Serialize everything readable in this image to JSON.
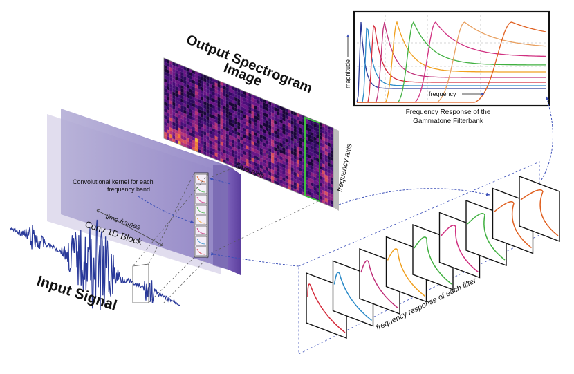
{
  "output_spectrogram": {
    "title_line1": "Output Spectrogram",
    "title_line2": "Image",
    "time_axis": "time axis",
    "frequency_axis": "frequency axis"
  },
  "conv_block": {
    "label": "Conv 1D Block",
    "time_frames": "time frames",
    "kernel_line1": "Convolutional kernel for each",
    "kernel_line2": "frequency band"
  },
  "input_signal": {
    "label": "Input Signal"
  },
  "gammatone_chart": {
    "xlabel": "frequency",
    "ylabel": "magnitude",
    "caption_line1": "Frequency Response of the",
    "caption_line2": "Gammatone Filterbank"
  },
  "filters": {
    "label": "frequency response of each filter"
  },
  "colors": {
    "conv_block": "#7b68b0",
    "spectrogram_bg": "#2a0a5e",
    "highlight": "#40c040",
    "arrow": "#3b4fb8",
    "signal": "#2a3a9a",
    "filter_palette": [
      "#d42a3a",
      "#2a8ac8",
      "#c0307a",
      "#f0a020",
      "#40b040",
      "#d03080",
      "#40b040",
      "#e06020"
    ]
  }
}
